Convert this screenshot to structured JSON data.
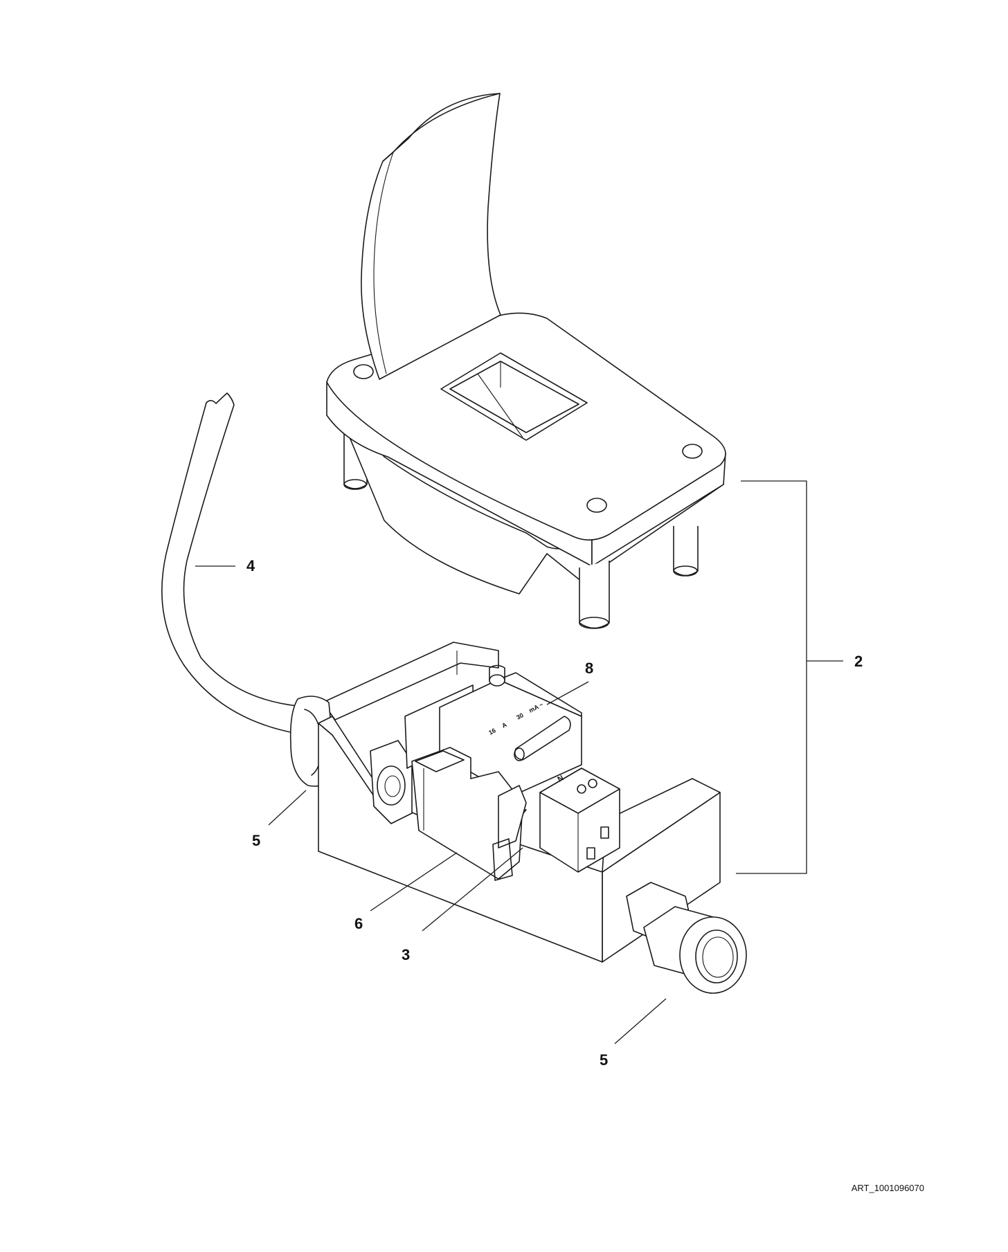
{
  "callouts": [
    {
      "id": "4",
      "label": "4"
    },
    {
      "id": "2",
      "label": "2"
    },
    {
      "id": "8",
      "label": "8"
    },
    {
      "id": "5a",
      "label": "5"
    },
    {
      "id": "6",
      "label": "6"
    },
    {
      "id": "3",
      "label": "3"
    },
    {
      "id": "5b",
      "label": "5"
    }
  ],
  "breaker_markings": {
    "rating": "16",
    "unit": "A",
    "sensitivity": "30",
    "sens_unit": "mA ~",
    "neutral": "N"
  },
  "art_reference": "ART_1001096070"
}
